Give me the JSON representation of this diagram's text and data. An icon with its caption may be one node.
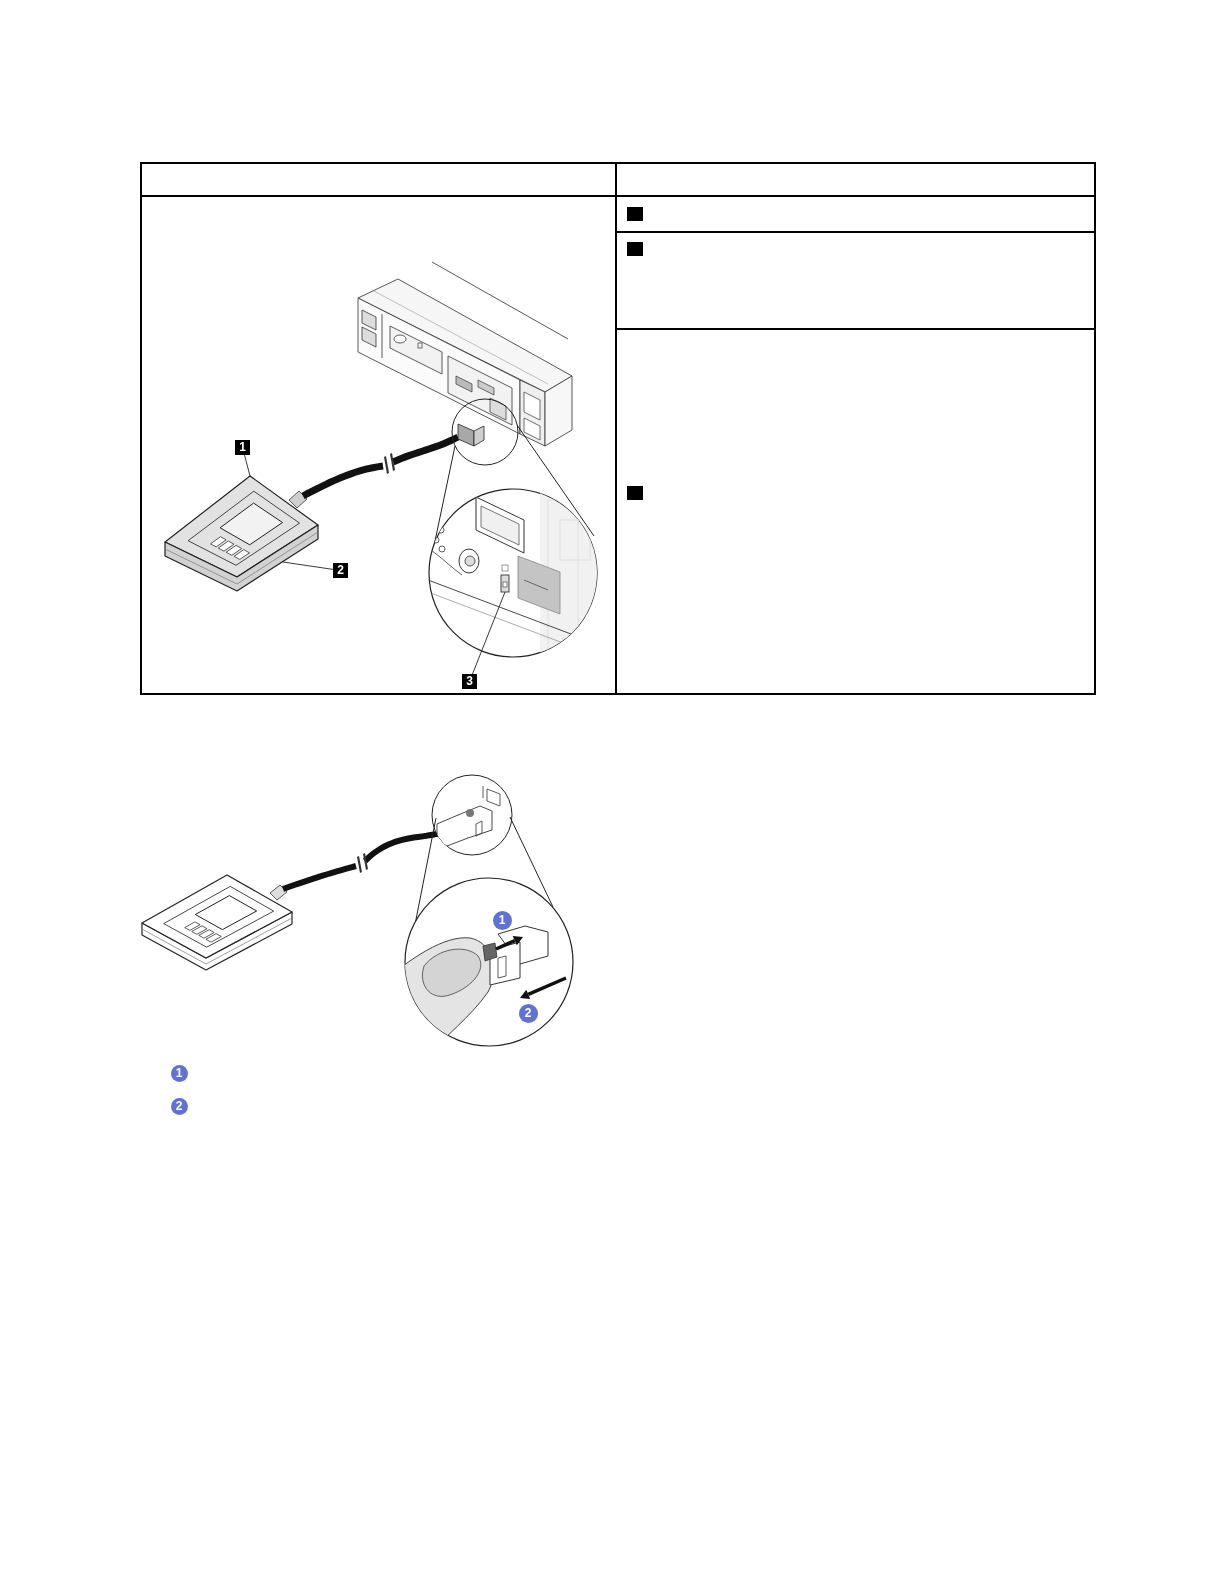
{
  "diagram": {
    "nodes": [
      {
        "text": [
          "1"
        ]
      },
      {
        "text": [],
        "shape": "picture"
      },
      {
        "text": [
          "2"
        ]
      },
      {
        "text": [],
        "shape": "picture"
      },
      {
        "text": [
          "3"
        ]
      },
      {
        "text": [],
        "shape": "picture"
      }
    ],
    "edges": [
      {
        "from": 0,
        "to": 1,
        "arrow": "none"
      },
      {
        "from": 2,
        "to": 3,
        "arrow": "none"
      },
      {
        "from": 4,
        "to": 5,
        "arrow": "none"
      }
    ],
    "labels": [
      "1",
      "2",
      "1",
      "2"
    ]
  }
}
